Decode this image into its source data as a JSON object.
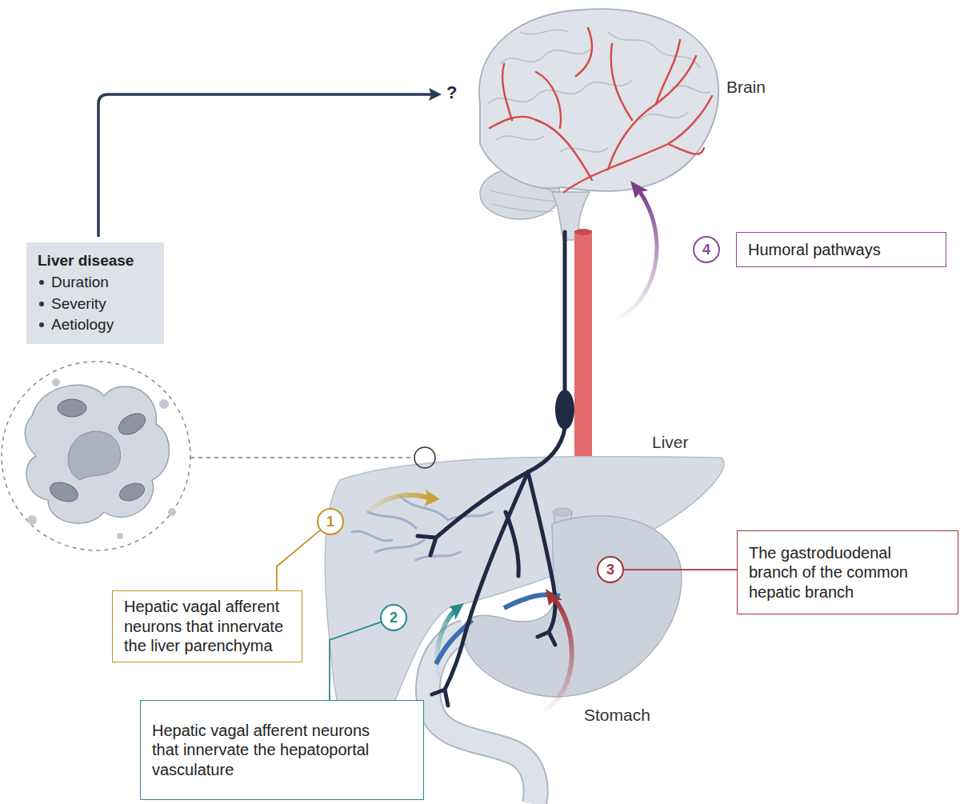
{
  "diagram": {
    "nodes": [
      {
        "text": [
          "Liver disease",
          "Duration",
          "Severity",
          "Aetiology"
        ]
      },
      {
        "text": [
          "4"
        ]
      },
      {
        "text": [
          "Humoral pathways"
        ]
      },
      {
        "text": [
          "1"
        ]
      },
      {
        "text": [
          "Hepatic vagal afferent neurons that innervate the liver parenchyma"
        ]
      },
      {
        "text": [
          "3"
        ]
      },
      {
        "text": [
          "The gastroduodenal branch of the common hepatic branch"
        ]
      },
      {
        "text": [
          "2"
        ]
      },
      {
        "text": [
          "Hepatic vagal afferent neurons that innervate the hepatoportal vasculature"
        ]
      }
    ],
    "edges": [
      {
        "from": 3,
        "to": 4,
        "arrow": "none"
      },
      {
        "from": 5,
        "to": 6,
        "arrow": "none"
      },
      {
        "from": 7,
        "to": 8,
        "arrow": "none"
      }
    ],
    "labels": [
      "?",
      "Brain",
      "Liver",
      "Stomach"
    ]
  }
}
